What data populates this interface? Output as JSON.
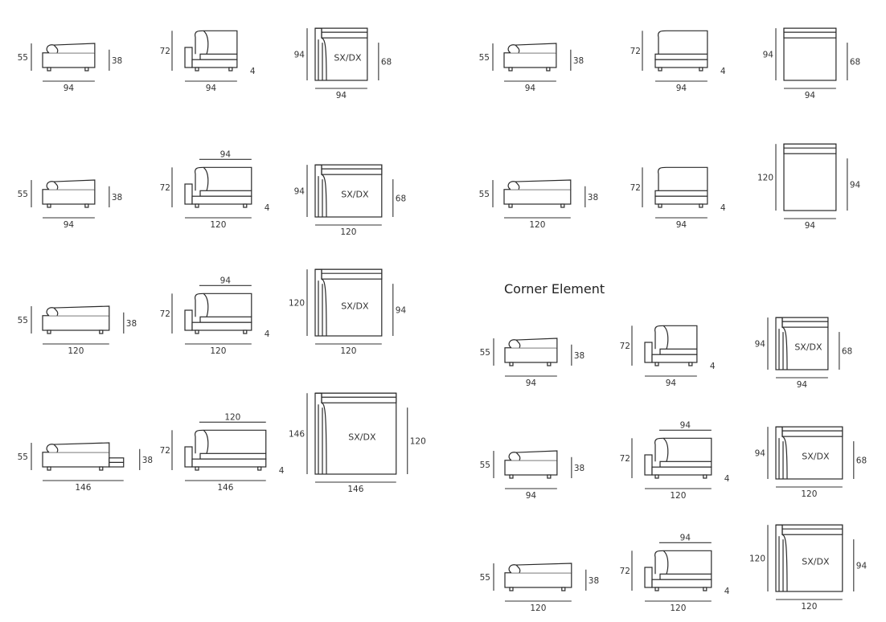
{
  "corner_title": "Corner Element",
  "left_block": [
    {
      "side": {
        "height": "55",
        "seat": "38",
        "width": "94"
      },
      "front": {
        "height": "72",
        "width": "94",
        "foot": "4"
      },
      "top": {
        "depth": "94",
        "seat_depth": "68",
        "width": "94",
        "label": "SX/DX"
      }
    },
    {
      "side": {
        "height": "55",
        "seat": "38",
        "width": "94"
      },
      "front": {
        "height": "72",
        "width": "120",
        "top_width": "94",
        "foot": "4"
      },
      "top": {
        "depth": "94",
        "seat_depth": "68",
        "width": "120",
        "label": "SX/DX"
      }
    },
    {
      "side": {
        "height": "55",
        "seat": "38",
        "width": "120"
      },
      "front": {
        "height": "72",
        "width": "120",
        "top_width": "94",
        "foot": "4"
      },
      "top": {
        "depth": "120",
        "seat_depth": "94",
        "width": "120",
        "label": "SX/DX"
      }
    },
    {
      "side": {
        "height": "55",
        "seat": "38",
        "width": "146"
      },
      "front": {
        "height": "72",
        "width": "146",
        "top_width": "120",
        "foot": "4"
      },
      "top": {
        "depth": "146",
        "seat_depth": "120",
        "width": "146",
        "label": "SX/DX"
      }
    }
  ],
  "right_block": [
    {
      "side": {
        "height": "55",
        "seat": "38",
        "width": "94"
      },
      "front": {
        "height": "72",
        "width": "94",
        "foot": "4"
      },
      "top": {
        "depth": "94",
        "seat_depth": "68",
        "width": "94"
      }
    },
    {
      "side": {
        "height": "55",
        "seat": "38",
        "width": "120"
      },
      "front": {
        "height": "72",
        "width": "94",
        "foot": "4"
      },
      "top": {
        "depth": "120",
        "seat_depth": "94",
        "width": "94"
      }
    }
  ],
  "corner_block": [
    {
      "side": {
        "height": "55",
        "seat": "38",
        "width": "94"
      },
      "front": {
        "height": "72",
        "width": "94",
        "foot": "4"
      },
      "top": {
        "depth": "94",
        "seat_depth": "68",
        "width": "94",
        "label": "SX/DX"
      }
    },
    {
      "side": {
        "height": "55",
        "seat": "38",
        "width": "94"
      },
      "front": {
        "height": "72",
        "width": "120",
        "top_width": "94",
        "foot": "4"
      },
      "top": {
        "depth": "94",
        "seat_depth": "68",
        "width": "120",
        "label": "SX/DX"
      }
    },
    {
      "side": {
        "height": "55",
        "seat": "38",
        "width": "120"
      },
      "front": {
        "height": "72",
        "width": "120",
        "top_width": "94",
        "foot": "4"
      },
      "top": {
        "depth": "120",
        "seat_depth": "94",
        "width": "120",
        "label": "SX/DX"
      }
    }
  ]
}
